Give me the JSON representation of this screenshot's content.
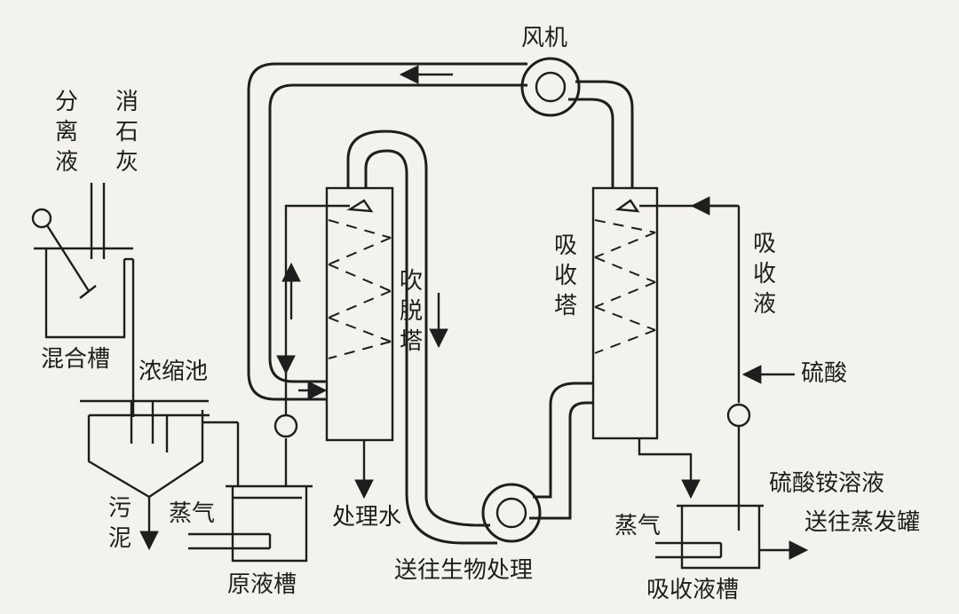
{
  "labels": {
    "fengji": "风机",
    "fenliye": "分离液",
    "xiaoshihui": "消石灰",
    "hunhecao": "混合槽",
    "nongsuochi": "浓缩池",
    "wuni": "污泥",
    "zhengqi_left": "蒸气",
    "yuanyecao": "原液槽",
    "chuotuota": "吹脱塔",
    "chulishui": "处理水",
    "songwang_shengwu": "送往生物处理",
    "xishouta": "吸收塔",
    "xishouye": "吸收液",
    "liusuan": "硫酸",
    "liusuan_an": "硫酸铵溶液",
    "songwang_zhengfa": "送往蒸发罐",
    "zhengqi_right": "蒸气",
    "xishouyecao": "吸收液槽"
  }
}
